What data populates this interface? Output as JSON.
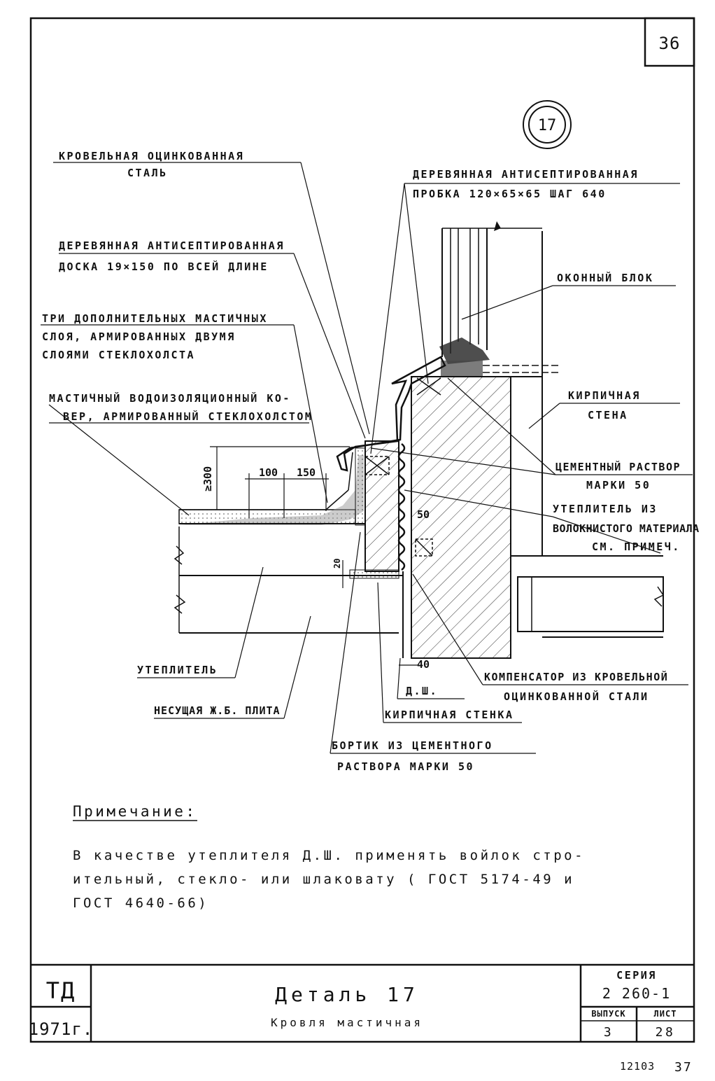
{
  "sheet": {
    "page_number": "36",
    "detail_marker": "17",
    "footer_left": "12103",
    "footer_right": "37"
  },
  "labels": {
    "roof_steel_1": "КРОВЕЛЬНАЯ ОЦИНКОВАННАЯ",
    "roof_steel_2": "СТАЛЬ",
    "wood_board_1": "ДЕРЕВЯННАЯ АНТИСЕПТИРОВАННАЯ",
    "wood_board_2": "ДОСКА 19×150 ПО ВСЕЙ ДЛИНЕ",
    "mastic_layers_1": "ТРИ ДОПОЛНИТЕЛЬНЫХ МАСТИЧНЫХ",
    "mastic_layers_2": "СЛОЯ, АРМИРОВАННЫХ ДВУМЯ",
    "mastic_layers_3": "СЛОЯМИ СТЕКЛОХОЛСТА",
    "mastic_carpet_1": "МАСТИЧНЫЙ ВОДОИЗОЛЯЦИОННЫЙ КО-",
    "mastic_carpet_2": "ВЕР, АРМИРОВАННЫЙ СТЕКЛОХОЛСТОМ",
    "wood_plug_1": "ДЕРЕВЯННАЯ АНТИСЕПТИРОВАННАЯ",
    "wood_plug_2": "ПРОБКА 120×65×65 ШАГ 640",
    "window_block": "ОКОННЫЙ БЛОК",
    "brick_wall_1": "КИРПИЧНАЯ",
    "brick_wall_2": "СТЕНА",
    "cement_mortar_1": "ЦЕМЕНТНЫЙ РАСТВОР",
    "cement_mortar_2": "МАРКИ 50",
    "fiber_insul_1": "УТЕПЛИТЕЛЬ ИЗ",
    "fiber_insul_2": "ВОЛОКНИСТОГО МАТЕРИАЛА",
    "fiber_insul_3": "СМ. ПРИМЕЧ.",
    "insulation": "УТЕПЛИТЕЛЬ",
    "rc_slab": "НЕСУЩАЯ Ж.Б. ПЛИТА",
    "compensator_1": "КОМПЕНСАТОР ИЗ КРОВЕЛЬНОЙ",
    "compensator_2": "ОЦИНКОВАННОЙ СТАЛИ",
    "dsh": "Д.Ш.",
    "brick_partition": "КИРПИЧНАЯ СТЕНКА",
    "mortar_curb_1": "БОРТИК ИЗ ЦЕМЕНТНОГО",
    "mortar_curb_2": "РАСТВОРА МАРКИ 50"
  },
  "dimensions": {
    "d300": "≥300",
    "d100": "100",
    "d150": "150",
    "d50": "50",
    "d20": "20",
    "d40": "40"
  },
  "note": {
    "heading": "Примечание:",
    "line1": "В качестве утеплителя Д.Ш. применять войлок стро-",
    "line2": "ительный, стекло- или шлаковату ( ГОСТ 5174-49 и",
    "line3": "ГОСТ 4640-66)"
  },
  "title_block": {
    "org": "ТД",
    "year": "1971г.",
    "title": "Деталь 17",
    "subtitle": "Кровля мастичная",
    "series_label": "СЕРИЯ",
    "series_value": "2 260-1",
    "issue_label": "ВЫПУСК",
    "issue_value": "3",
    "sheet_label": "ЛИСТ",
    "sheet_value": "28"
  }
}
